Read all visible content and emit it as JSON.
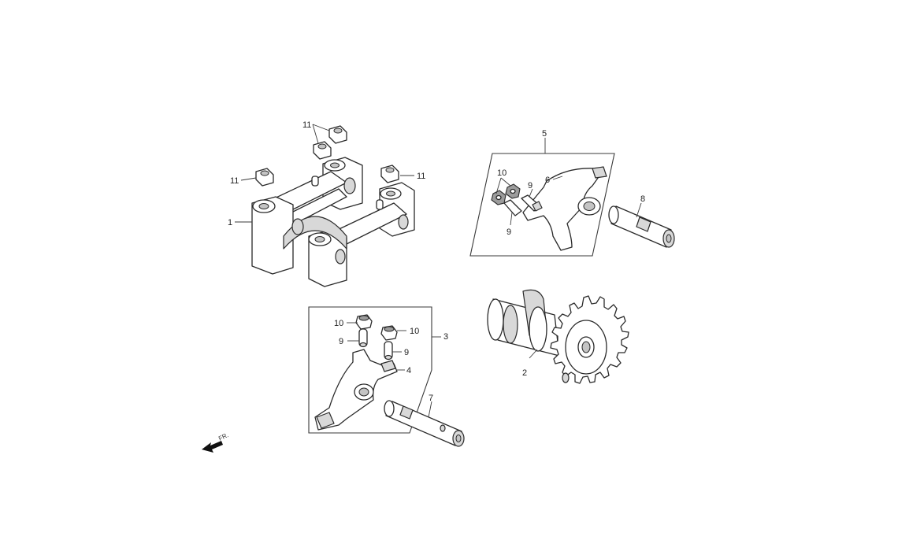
{
  "callouts": {
    "c1": "1",
    "c2": "2",
    "c3": "3",
    "c4": "4",
    "c5": "5",
    "c6": "6",
    "c7": "7",
    "c8": "8",
    "c9a": "9",
    "c9b": "9",
    "c9c": "9",
    "c9d": "9",
    "c10a": "10",
    "c10b": "10",
    "c10c": "10",
    "c11a": "11",
    "c11b": "11",
    "c11c": "11"
  },
  "direction": {
    "label": "FR."
  }
}
